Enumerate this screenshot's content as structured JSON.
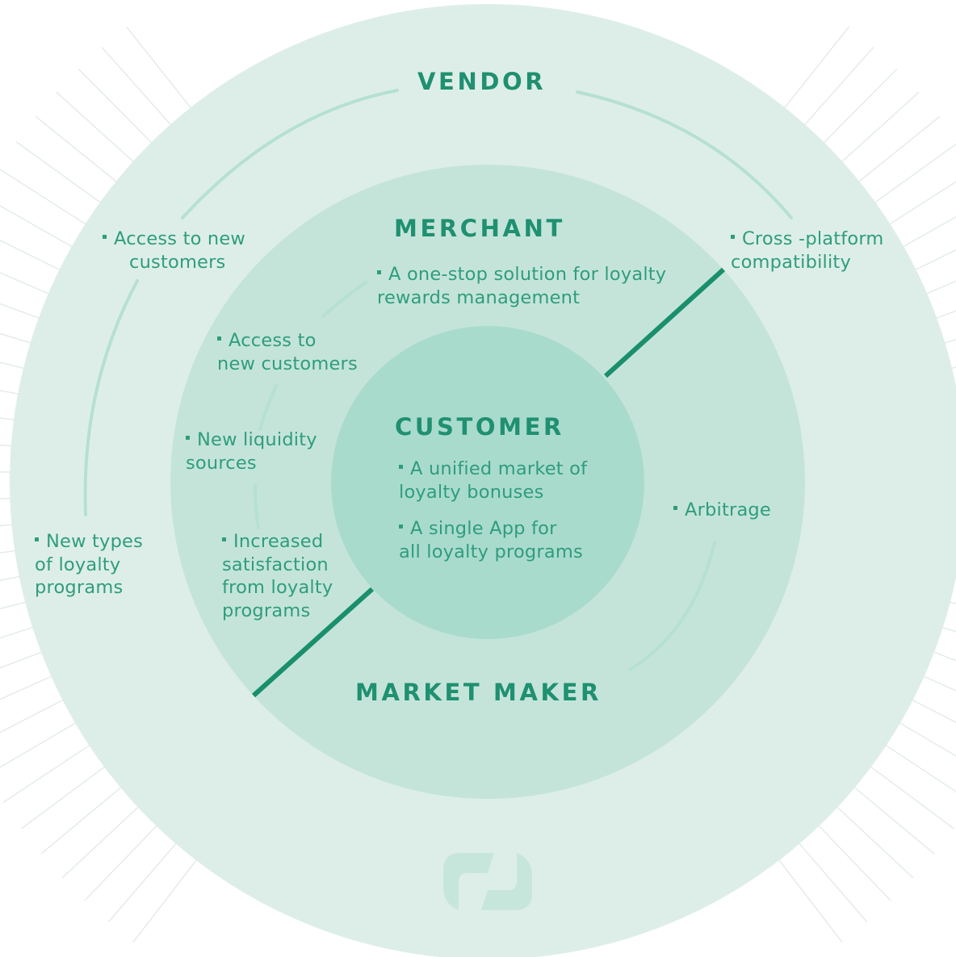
{
  "colors": {
    "outer_ring": "#ddeee8",
    "middle_ring": "#c4e4da",
    "inner_circle": "#a9dbcd",
    "accent": "#1f9070",
    "arc": "#b5e0d3",
    "rays": "#e4ece9"
  },
  "vendor": {
    "title": "VENDOR",
    "benefits": [
      [
        "Access to new",
        "customers"
      ],
      [
        "Cross -platform",
        "compatibility"
      ],
      [
        "New types",
        "of loyalty",
        "programs"
      ]
    ]
  },
  "merchant": {
    "title": "MERCHANT",
    "benefits": [
      [
        "A one-stop solution for loyalty",
        "rewards management"
      ],
      [
        "Access to",
        "new customers"
      ],
      [
        "New liquidity",
        "sources"
      ],
      [
        "Increased",
        "satisfaction",
        "from loyalty",
        "programs"
      ]
    ]
  },
  "customer": {
    "title": "CUSTOMER",
    "benefits": [
      [
        "A unified market of",
        "loyalty bonuses"
      ],
      [
        "A single App for",
        "all loyalty programs"
      ]
    ]
  },
  "market_maker": {
    "title": "MARKET MAKER",
    "benefits": [
      [
        "Arbitrage"
      ]
    ]
  },
  "logo": "brand-logo"
}
